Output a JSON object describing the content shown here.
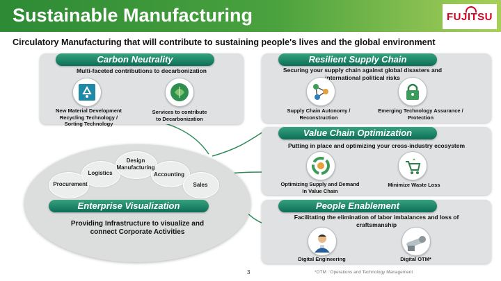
{
  "header": {
    "title": "Sustainable Manufacturing",
    "logo": "FUJITSU"
  },
  "subtitle": "Circulatory Manufacturing that will contribute to sustaining people's lives and the global environment",
  "carbon": {
    "title": "Carbon Neutrality",
    "description": "Multi-faceted contributions to decarbonization",
    "items": [
      {
        "label": "New  Material Development\nRecycling Technology /\nSorting Technology",
        "icon": "recycle-flask-icon"
      },
      {
        "label": "Services to contribute\nto Decarbonization",
        "icon": "globe-leaf-icon"
      }
    ]
  },
  "resilient": {
    "title": "Resilient Supply Chain",
    "description": "Securing your  supply chain against global disasters and\ninternational political risks",
    "items": [
      {
        "label": "Supply Chain Autonomy /\nReconstruction",
        "icon": "network-nodes-icon"
      },
      {
        "label": "Emerging Technology Assurance /\nProtection",
        "icon": "padlock-icon"
      }
    ]
  },
  "value_chain": {
    "title": "Value Chain Optimization",
    "description": "Putting in place and optimizing your cross-industry ecosystem",
    "items": [
      {
        "label": "Optimizing Supply and Demand\nIn Value Chain",
        "icon": "cycle-arrows-icon"
      },
      {
        "label": "Minimize Waste Loss",
        "icon": "cart-recycle-icon"
      }
    ]
  },
  "people": {
    "title": "People Enablement",
    "description": "Facilitating the elimination of labor imbalances and loss of\ncraftsmanship",
    "items": [
      {
        "label": "Digital Engineering",
        "icon": "engineer-icon"
      },
      {
        "label": "Digital OTM*",
        "icon": "robot-arm-icon"
      }
    ]
  },
  "enterprise": {
    "title": "Enterprise Visualization",
    "description": "Providing Infrastructure to visualize and\nconnect Corporate Activities",
    "bubbles": [
      "Procurement",
      "Logistics",
      "Design\nManufacturing",
      "Accounting",
      "Sales"
    ]
  },
  "page_number": "3",
  "footnote": "*OTM : Operations and Technology Management",
  "colors": {
    "header_green": "#2d8a35",
    "pill_teal": "#1a8468",
    "card_gray": "#dfe1e2",
    "logo_red": "#d7001e"
  }
}
